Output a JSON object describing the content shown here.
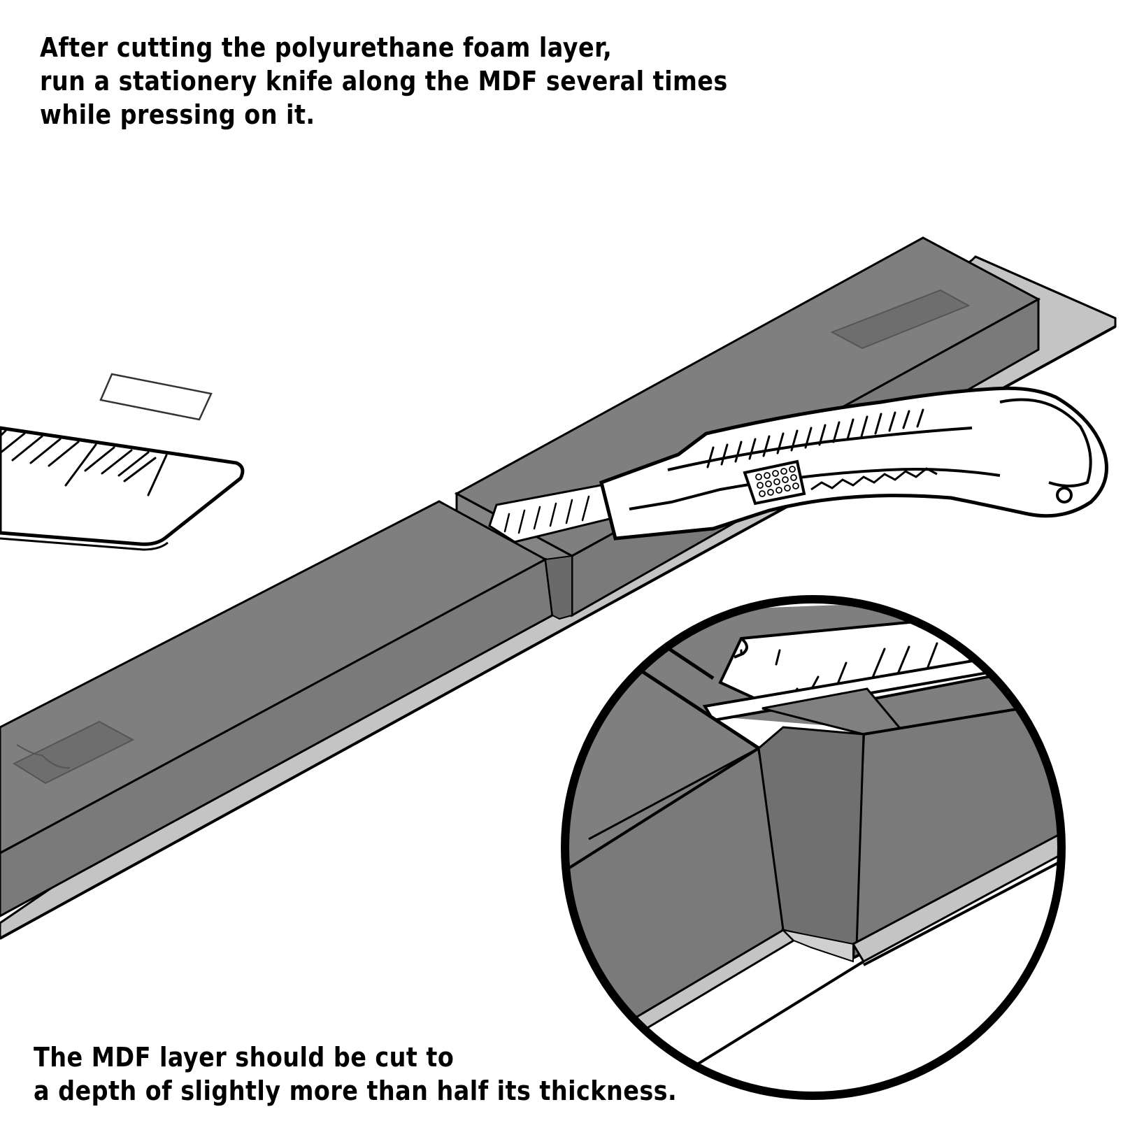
{
  "instructions": {
    "top": {
      "lines": [
        "After cutting the polyurethane foam layer,",
        "run a stationery knife along the MDF several times",
        "while pressing on it."
      ]
    },
    "bottom": {
      "lines": [
        "The MDF layer should be cut to",
        "a depth of slightly more than half its thickness."
      ]
    }
  },
  "illustration": {
    "subjects": [
      "foam-board",
      "mdf-base-layer",
      "utility-knife",
      "steel-ruler",
      "adhesive-label",
      "detail-magnifier-circle"
    ],
    "colors": {
      "foam_gray": "#7f7f7f",
      "foam_dark_gray": "#6e6e6e",
      "mdf_light_gray": "#c4c4c4",
      "outline": "#000000",
      "background": "#ffffff"
    }
  }
}
